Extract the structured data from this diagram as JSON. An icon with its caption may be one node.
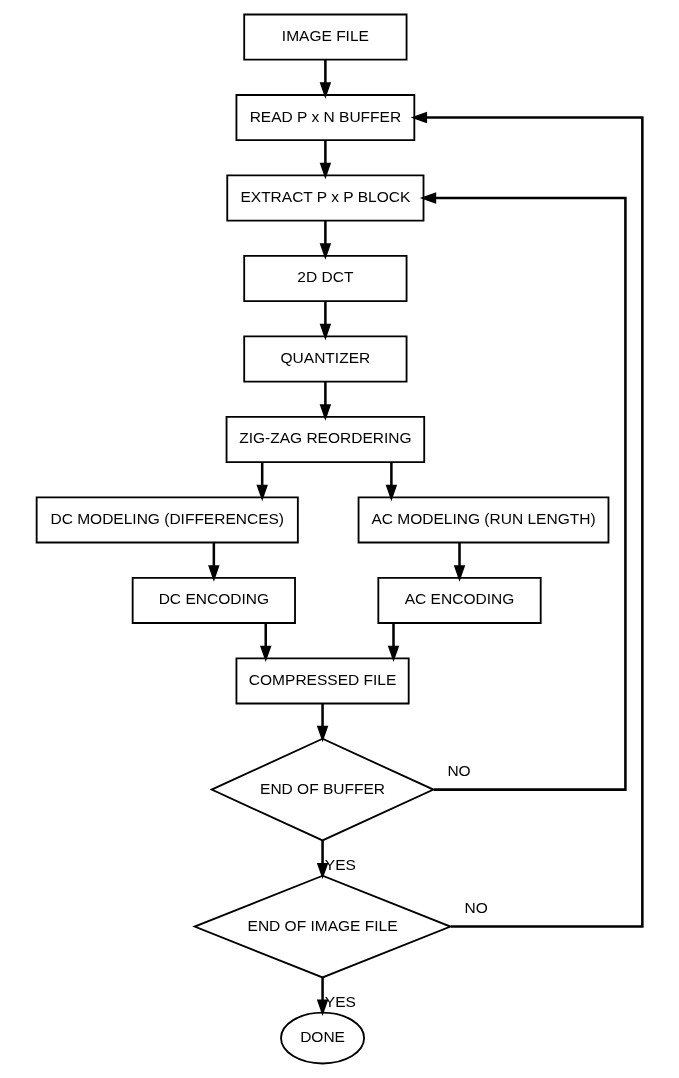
{
  "diagram": {
    "nodes": [
      {
        "text": [
          "IMAGE FILE"
        ]
      },
      {
        "text": [
          "READ P x N BUFFER"
        ]
      },
      {
        "text": [
          "EXTRACT P x P BLOCK"
        ]
      },
      {
        "text": [
          "2D DCT"
        ]
      },
      {
        "text": [
          "QUANTIZER"
        ]
      },
      {
        "text": [
          "ZIG-ZAG REORDERING"
        ]
      },
      {
        "text": [
          "DC MODELING (DIFFERENCES)"
        ]
      },
      {
        "text": [
          "AC MODELING (RUN LENGTH)"
        ]
      },
      {
        "text": [
          "DC ENCODING"
        ]
      },
      {
        "text": [
          "AC ENCODING"
        ]
      },
      {
        "text": [
          "COMPRESSED FILE"
        ]
      },
      {
        "text": [
          "END OF BUFFER"
        ]
      },
      {
        "text": [
          "END OF IMAGE FILE"
        ]
      },
      {
        "text": [
          "DONE"
        ]
      }
    ],
    "edges": [
      {
        "from": 0,
        "to": 1,
        "arrow": "to"
      },
      {
        "from": 1,
        "to": 2,
        "arrow": "to"
      },
      {
        "from": 2,
        "to": 3,
        "arrow": "to"
      },
      {
        "from": 3,
        "to": 4,
        "arrow": "to"
      },
      {
        "from": 4,
        "to": 5,
        "arrow": "to"
      },
      {
        "from": 5,
        "to": 6,
        "arrow": "to"
      },
      {
        "from": 5,
        "to": 7,
        "arrow": "to"
      },
      {
        "from": 6,
        "to": 8,
        "arrow": "to"
      },
      {
        "from": 7,
        "to": 9,
        "arrow": "to"
      },
      {
        "from": 8,
        "to": 10,
        "arrow": "to"
      },
      {
        "from": 9,
        "to": 10,
        "arrow": "to"
      },
      {
        "from": 10,
        "to": 11,
        "arrow": "to"
      },
      {
        "from": 11,
        "to": 12,
        "label": "YES",
        "arrow": "to"
      },
      {
        "from": 11,
        "to": 2,
        "label": "NO",
        "arrow": "to"
      },
      {
        "from": 12,
        "to": 13,
        "label": "YES",
        "arrow": "to"
      },
      {
        "from": 12,
        "to": 1,
        "label": "NO",
        "arrow": "to"
      }
    ]
  }
}
